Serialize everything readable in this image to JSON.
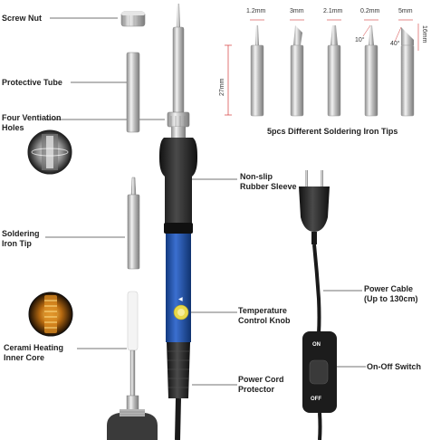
{
  "labels": {
    "screw_nut": "Screw Nut",
    "protective_tube": "Protective Tube",
    "vent_line1": "Four Ventiation",
    "vent_line2": "Holes",
    "tip_line1": "Soldering",
    "tip_line2": "Iron Tip",
    "core_line1": "Cerami Heating",
    "core_line2": "Inner Core",
    "sleeve_line1": "Non-slip",
    "sleeve_line2": "Rubber Sleeve",
    "knob_line1": "Temperature",
    "knob_line2": "Control Knob",
    "cord_line1": "Power Cord",
    "cord_line2": "Protector",
    "cable_line1": "Power Cable",
    "cable_line2": "(Up to 130cm)",
    "switch": "On-Off Switch"
  },
  "tips": {
    "title": "5pcs Different Soldering Iron Tips",
    "sizes": [
      "1.2mm",
      "3mm",
      "2.1mm",
      "0.2mm",
      "5mm"
    ],
    "length": "27mm",
    "angle_10": "10°",
    "angle_40": "40°",
    "height_16": "16mm"
  },
  "switch_marks": {
    "on": "ON",
    "off": "OFF"
  },
  "colors": {
    "handle_blue": "#1f4fa3",
    "rubber": "#2a2a2a",
    "metal": "#c9c9c9",
    "dim_red": "#d33a3a"
  }
}
